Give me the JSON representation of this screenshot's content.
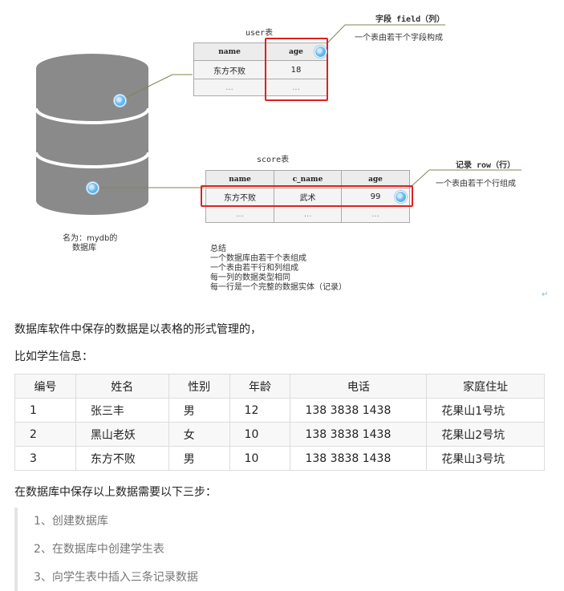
{
  "diagram": {
    "user_table": {
      "title": "user表",
      "headers": [
        "name",
        "age"
      ],
      "rows": [
        [
          "东方不败",
          "18"
        ],
        [
          "...",
          "..."
        ]
      ]
    },
    "score_table": {
      "title": "score表",
      "headers": [
        "name",
        "c_name",
        "age"
      ],
      "rows": [
        [
          "东方不败",
          "武术",
          "99"
        ],
        [
          "...",
          "...",
          "..."
        ]
      ]
    },
    "field_annotation": {
      "title": "字段 field（列）",
      "text": "一个表由若干个字段构成"
    },
    "row_annotation": {
      "title": "记录 row（行）",
      "text": "一个表由若干个行组成"
    },
    "db_label_line1": "名为：mydb的",
    "db_label_line2": "数据库",
    "summary": [
      "总结",
      "一个数据库由若干个表组成",
      "一个表由若干行和列组成",
      "每一列的数据类型相同",
      "每一行是一个完整的数据实体（记录）"
    ],
    "accent": "#e02020",
    "cylinder_color": "#8a8a8a"
  },
  "intro": {
    "line1": "数据库软件中保存的数据是以表格的形式管理的，",
    "line2": "比如学生信息："
  },
  "students": {
    "headers": [
      "编号",
      "姓名",
      "性别",
      "年龄",
      "电话",
      "家庭住址"
    ],
    "rows": [
      [
        "1",
        "张三丰",
        "男",
        "12",
        "138 3838 1438",
        "花果山1号坑"
      ],
      [
        "2",
        "黑山老妖",
        "女",
        "10",
        "138 3838 1438",
        "花果山2号坑"
      ],
      [
        "3",
        "东方不败",
        "男",
        "10",
        "138 3838 1438",
        "花果山3号坑"
      ]
    ]
  },
  "steps_intro": "在数据库中保存以上数据需要以下三步：",
  "steps": [
    "1、创建数据库",
    "2、在数据库中创建学生表",
    "3、向学生表中插入三条记录数据"
  ]
}
